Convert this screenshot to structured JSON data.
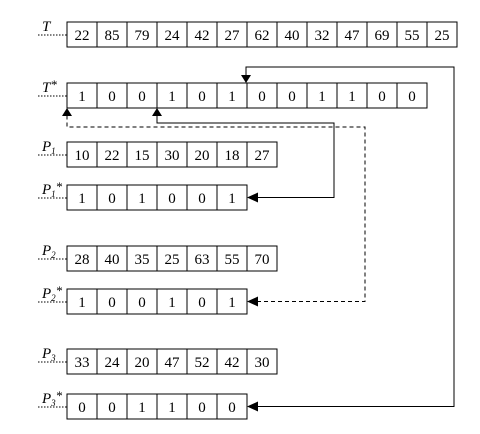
{
  "rows": [
    {
      "id": "t",
      "label": "T",
      "sub": "",
      "star": false,
      "cells": [
        "22",
        "85",
        "79",
        "24",
        "42",
        "27",
        "62",
        "40",
        "32",
        "47",
        "69",
        "55",
        "25"
      ]
    },
    {
      "id": "ts",
      "label": "T",
      "sub": "",
      "star": true,
      "cells": [
        "1",
        "0",
        "0",
        "1",
        "0",
        "1",
        "0",
        "0",
        "1",
        "1",
        "0",
        "0"
      ]
    },
    {
      "id": "p1",
      "label": "P",
      "sub": "1",
      "star": false,
      "cells": [
        "10",
        "22",
        "15",
        "30",
        "20",
        "18",
        "27"
      ]
    },
    {
      "id": "p1s",
      "label": "P",
      "sub": "1",
      "star": true,
      "cells": [
        "1",
        "0",
        "1",
        "0",
        "0",
        "1"
      ]
    },
    {
      "id": "p2",
      "label": "P",
      "sub": "2",
      "star": false,
      "cells": [
        "28",
        "40",
        "35",
        "25",
        "63",
        "55",
        "70"
      ]
    },
    {
      "id": "p2s",
      "label": "P",
      "sub": "2",
      "star": true,
      "cells": [
        "1",
        "0",
        "0",
        "1",
        "0",
        "1"
      ]
    },
    {
      "id": "p3",
      "label": "P",
      "sub": "3",
      "star": false,
      "cells": [
        "33",
        "24",
        "20",
        "47",
        "52",
        "42",
        "30"
      ]
    },
    {
      "id": "p3s",
      "label": "P",
      "sub": "3",
      "star": true,
      "cells": [
        "0",
        "0",
        "1",
        "1",
        "0",
        "0"
      ]
    }
  ],
  "star_symbol": "*",
  "connectors": [
    {
      "from": "p1s",
      "to": "ts",
      "to_cell": 3,
      "style": "solid"
    },
    {
      "from": "p2s",
      "to": "ts",
      "to_cell": 0,
      "style": "dashed"
    },
    {
      "from": "p3s",
      "to": "ts",
      "to_cell": 6,
      "style": "solid"
    }
  ]
}
